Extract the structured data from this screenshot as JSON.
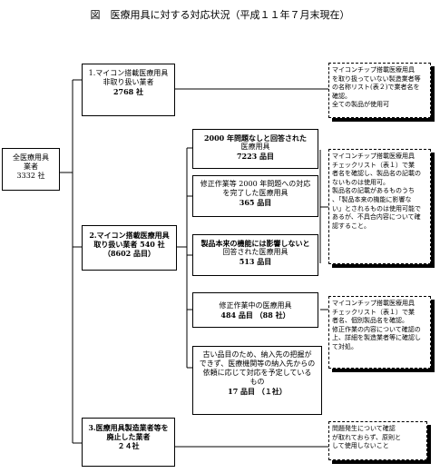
{
  "title": "図　医療用具に対する対応状況（平成１１年７月末現在）",
  "root": {
    "lines": [
      "全医療用具",
      "業者",
      "3332 社"
    ]
  },
  "cat1": {
    "lines": [
      "1.マイコン搭載医療用具",
      "非取り扱い業者",
      "2768 社"
    ]
  },
  "cat2": {
    "lines": [
      "2.マイコン搭載医療用具",
      "取り扱い業者 540 社",
      "（8602 品目）"
    ]
  },
  "cat3": {
    "lines": [
      "3.医療用具製造業者等を",
      "廃止した業者",
      "２４社"
    ]
  },
  "sub1": {
    "lines": [
      "2000 年問題なしと回答された",
      "医療用具",
      "7223 品目"
    ]
  },
  "sub2": {
    "lines": [
      "修正作業等 2000 年問題への対応",
      "を完了した医療用具",
      "365 品目"
    ]
  },
  "sub3": {
    "lines": [
      "製品本来の機能には影響しないと",
      "回答された医療用具",
      "513 品目"
    ]
  },
  "sub4": {
    "lines": [
      "修正作業中の医療用具",
      "484 品目 （88 社）"
    ]
  },
  "sub5": {
    "lines": [
      "古い品目のため、納入先の把握が",
      "できず、医療機関等の納入先からの",
      "依頼に応じて対応を予定している",
      "もの",
      "17 品目 （１社）"
    ]
  },
  "note1": {
    "lines": [
      "マイコンチップ搭載医療用具",
      "を取り扱っていない製造業者等",
      "の名称リスト(表２)で業者名を",
      "確認。",
      "全ての製品が使用可"
    ]
  },
  "note2": {
    "lines": [
      "マイコンチップ搭載医療用具",
      "チェックリスト（表１）で業",
      "者名を確認し、製品名の記載の",
      "ないものは使用可。",
      "製品名の記載があるものうち",
      "、「製品本来の機能に影響な",
      "い」とされるものは使用可能で",
      "あるが、不具合内容について確",
      "認すること。"
    ]
  },
  "note3": {
    "lines": [
      "マイコンチップ搭載医療用具",
      "チェックリスト（表１）で業",
      "者名、個別製品名を確認。",
      "修正作業の内容について確認の",
      "上、詳細を製造業者等に確認し",
      "て対処。"
    ]
  },
  "note4": {
    "lines": [
      "問題発生について確認",
      "が取れておらず、原則と",
      "して使用しないこと"
    ]
  }
}
